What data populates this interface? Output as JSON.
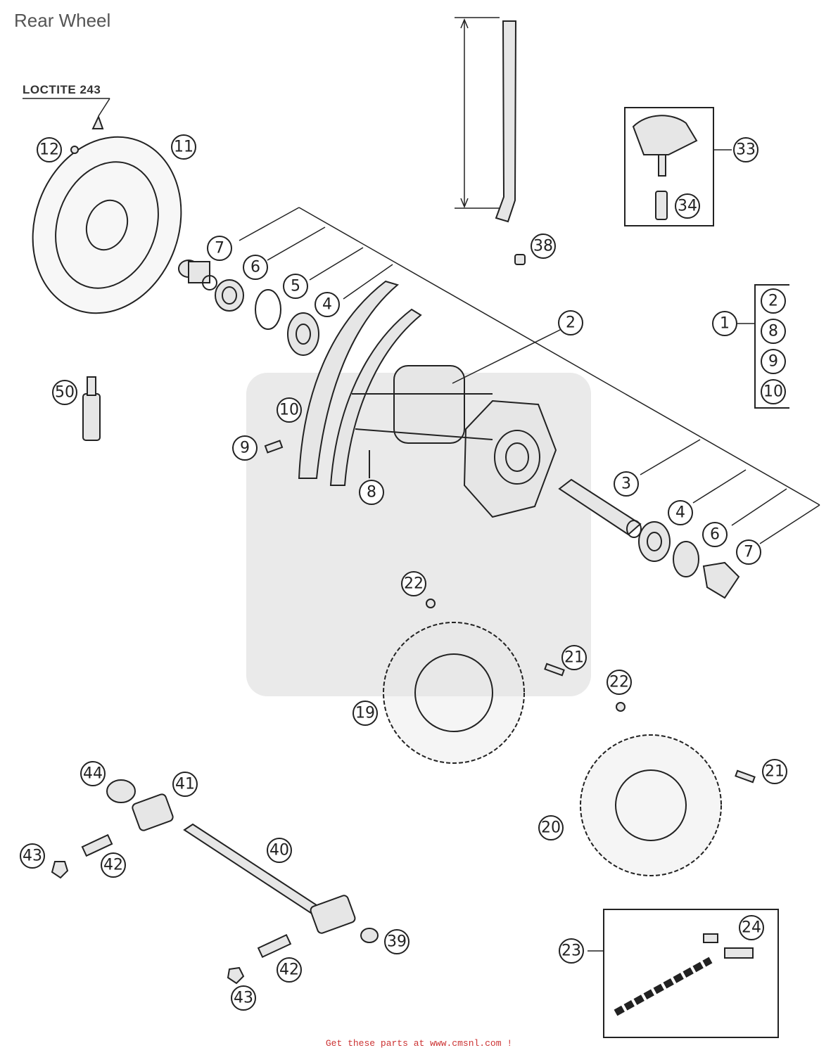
{
  "title": "Rear Wheel",
  "loctite_label": "LOCTITE 243",
  "footer": "Get these parts at www.cmsnl.com !",
  "callouts": [
    "12",
    "11",
    "7",
    "6",
    "5",
    "4",
    "2",
    "50",
    "10",
    "9",
    "8",
    "1",
    "2",
    "8",
    "9",
    "10",
    "33",
    "34",
    "38",
    "3",
    "4",
    "6",
    "7",
    "22",
    "21",
    "22",
    "19",
    "21",
    "20",
    "44",
    "41",
    "43",
    "42",
    "40",
    "39",
    "42",
    "43",
    "23",
    "24"
  ]
}
